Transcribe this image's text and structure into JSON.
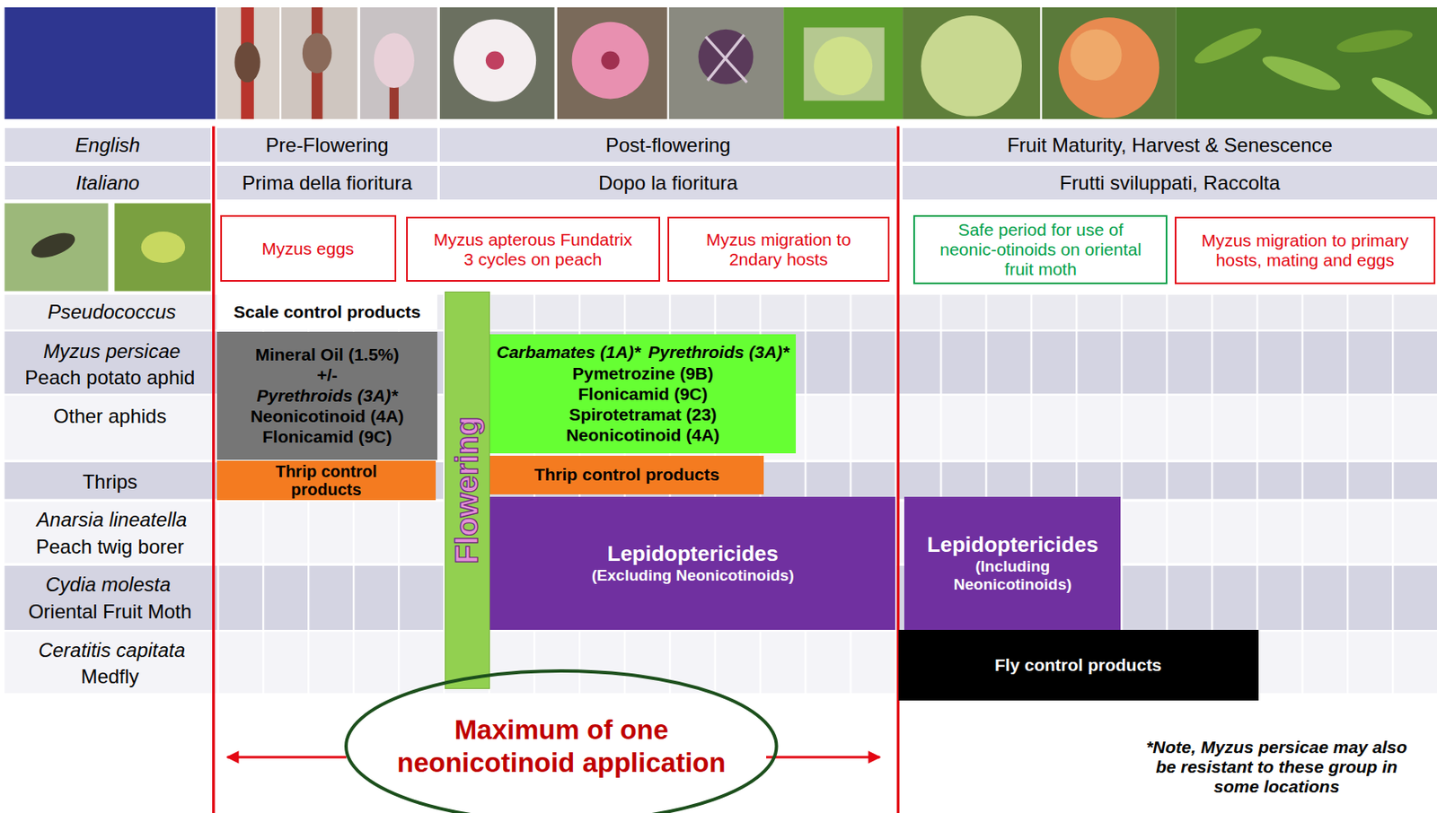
{
  "diagram": {
    "nodes": [
      {
        "text": [
          "English"
        ]
      },
      {
        "text": [
          "Pre-Flowering"
        ]
      },
      {
        "text": [
          "Post-flowering"
        ]
      },
      {
        "text": [
          "Fruit Maturity, Harvest & Senescence"
        ]
      },
      {
        "text": [
          "Italiano"
        ]
      },
      {
        "text": [
          "Prima della fioritura"
        ]
      },
      {
        "text": [
          "Dopo la fioritura"
        ]
      },
      {
        "text": [
          "Frutti sviluppati, Raccolta"
        ]
      },
      {
        "text": [
          "Myzus eggs"
        ]
      },
      {
        "text": [
          "Myzus apterous Fundatrix 3 cycles on peach"
        ]
      },
      {
        "text": [
          "Myzus migration to 2ndary hosts"
        ]
      },
      {
        "text": [
          "Safe period for use of neonic-otinoids on oriental fruit moth"
        ]
      },
      {
        "text": [
          "Myzus migration to primary hosts, mating and eggs"
        ]
      },
      {
        "text": [
          "Scale control products"
        ]
      },
      {
        "text": [
          "Mineral Oil (1.5%)",
          "+/-",
          "Pyrethroids (3A)*",
          "Neonicotinoid (4A)",
          "Flonicamid (9C)"
        ]
      },
      {
        "text": [
          "Thrip control products"
        ]
      },
      {
        "text": [
          "Flowering"
        ]
      },
      {
        "text": [
          "Carbamates (1A)*",
          "Pyrethroids (3A)*",
          "Pymetrozine (9B)",
          "Flonicamid (9C)",
          "Spirotetramat (23)",
          "Neonicotinoid (4A)"
        ]
      },
      {
        "text": [
          "Thrip control products"
        ]
      },
      {
        "text": [
          "Lepidoptericides",
          "(Excluding Neonicotinoids)"
        ]
      },
      {
        "text": [
          "Lepidoptericides",
          "(Including Neonicotinoids)"
        ]
      },
      {
        "text": [
          "Fly control products"
        ]
      },
      {
        "text": [
          "Maximum of one neonicotinoid application"
        ]
      }
    ],
    "labels": [
      "Pseudococcus",
      "Myzus persicae",
      "Peach potato aphid",
      "Other aphids",
      "Thrips",
      "Anarsia lineatella",
      "Peach twig borer",
      "Cydia molesta",
      "Oriental Fruit Moth",
      "Ceratitis capitata",
      "Medfly",
      "*Note, Myzus persicae may also be resistant to these group in some locations"
    ]
  }
}
